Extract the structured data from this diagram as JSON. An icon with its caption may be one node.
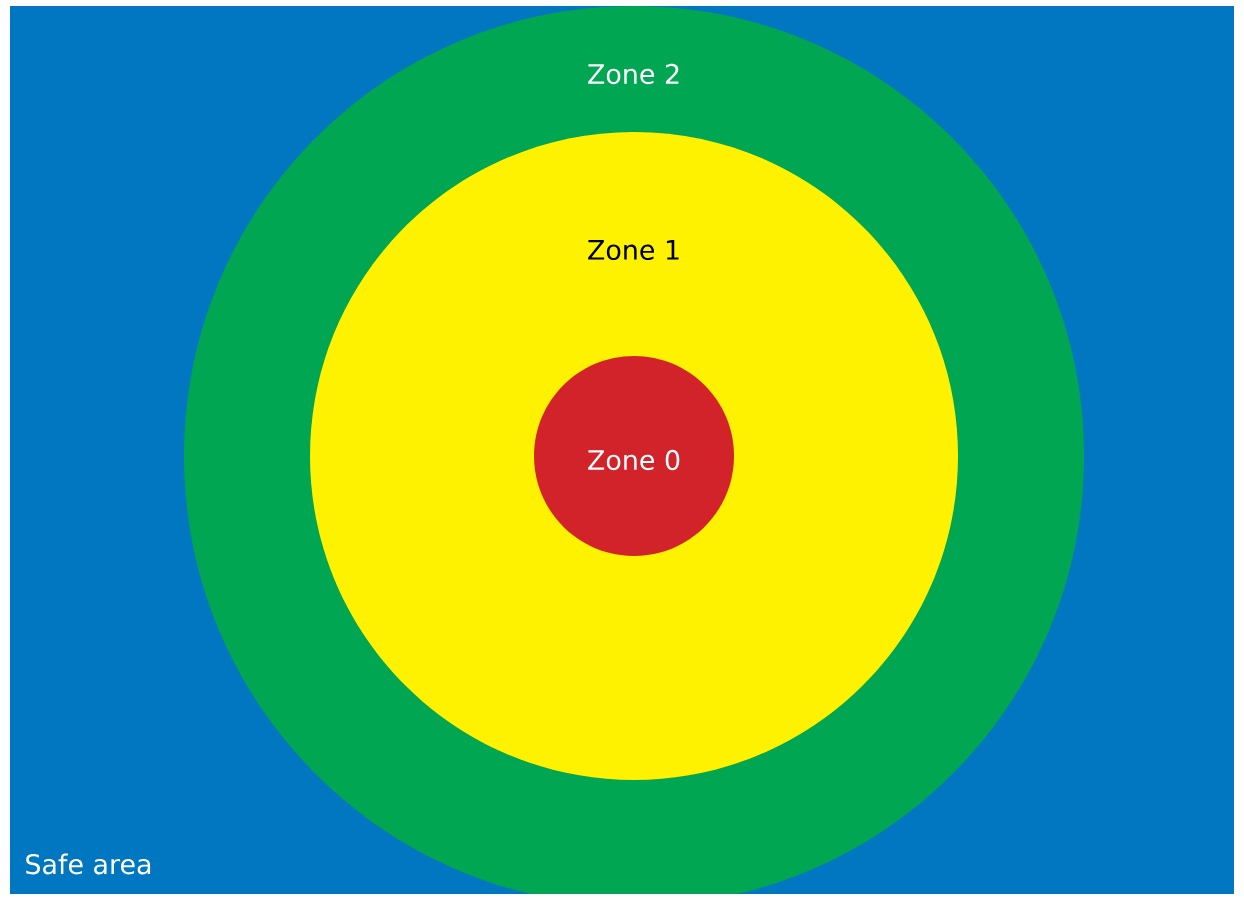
{
  "diagram": {
    "nodes": [
      {
        "text": [
          "Safe area"
        ]
      },
      {
        "text": [
          "Zone 2"
        ],
        "in": 0
      },
      {
        "text": [
          "Zone 1"
        ],
        "in": 1
      },
      {
        "text": [
          "Zone 0"
        ],
        "in": 2
      }
    ]
  }
}
